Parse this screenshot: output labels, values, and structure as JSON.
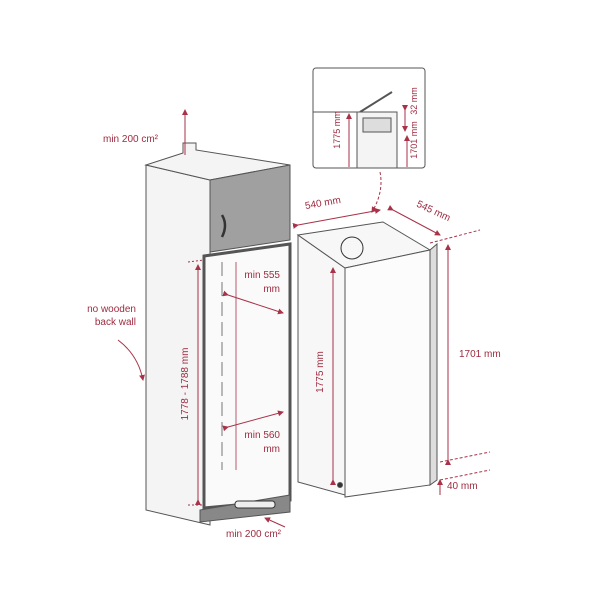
{
  "colors": {
    "dimension": "#a83248",
    "outline": "#555555",
    "panel": "#9a9a9a",
    "body": "#f4f4f4"
  },
  "cabinet": {
    "top_vent": "min 200 cm²",
    "back_wall_line1": "no wooden",
    "back_wall_line2": "back wall",
    "height": "1778 - 1788 mm",
    "depth_line1": "min 555",
    "depth_line2": "mm",
    "width_line1": "min 560",
    "width_line2": "mm",
    "bottom_vent": "min 200 cm²"
  },
  "appliance": {
    "width": "540 mm",
    "depth": "545 mm",
    "height": "1775 mm",
    "door_height": "1701 mm",
    "plinth_gap": "40 mm"
  },
  "detail_inset": {
    "height": "1775 mm",
    "door_height": "1701 mm",
    "top_gap": "32 mm"
  }
}
